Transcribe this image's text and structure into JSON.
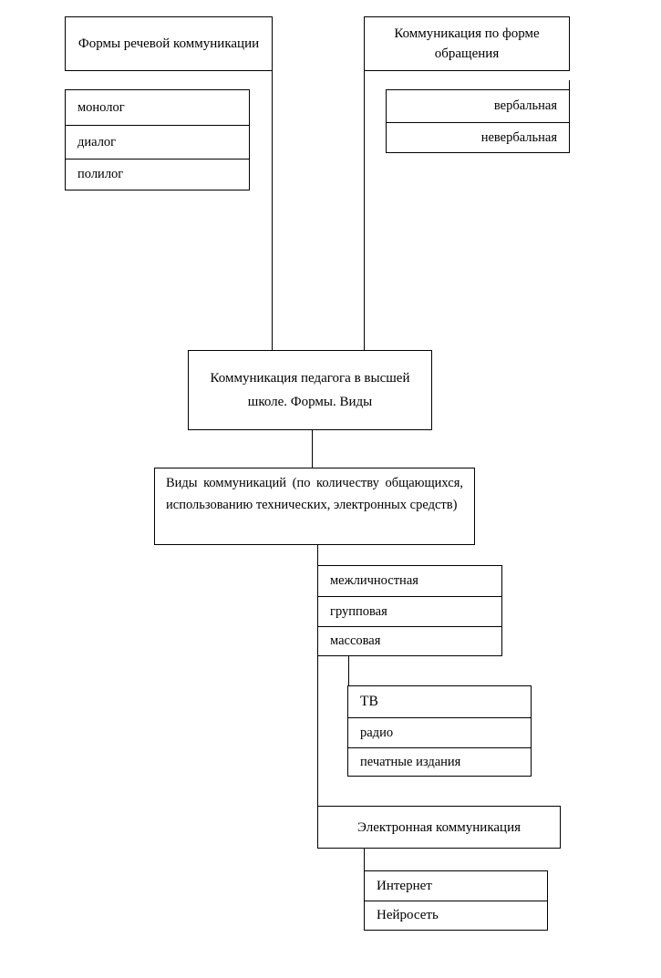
{
  "nodes": {
    "speech_forms": {
      "title": "Формы речевой коммуникации",
      "items": [
        "монолог",
        "диалог",
        "полилог"
      ]
    },
    "appeal_form": {
      "title": "Коммуникация по форме обращения",
      "items": [
        "вербальная",
        "невербальная"
      ]
    },
    "root": {
      "title": "Коммуникация педагога в высшей школе. Формы. Виды"
    },
    "types": {
      "title": "Виды коммуникаций (по количеству общающихся, использованию технических, электронных средств)",
      "items": [
        "межличностная",
        "групповая",
        "массовая"
      ]
    },
    "mass_media": {
      "items": [
        "ТВ",
        "радио",
        "печатные издания"
      ]
    },
    "electronic": {
      "title": "Электронная коммуникация",
      "items": [
        "Интернет",
        "Нейросеть"
      ]
    }
  }
}
